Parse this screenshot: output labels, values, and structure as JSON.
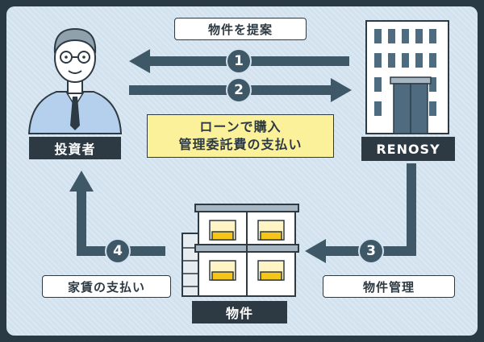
{
  "nodes": {
    "investor": "投資者",
    "company": "RENOSY",
    "property": "物件"
  },
  "steps": [
    {
      "num": "1",
      "label": "物件を提案"
    },
    {
      "num": "2",
      "label_line1": "ローンで購入",
      "label_line2": "管理委託費の支払い"
    },
    {
      "num": "3",
      "label": "物件管理"
    },
    {
      "num": "4",
      "label": "家賃の支払い"
    }
  ],
  "colors": {
    "background": "#d3e2ef",
    "arrow": "#3e5868",
    "label_dark": "#2e3a43",
    "highlight": "#fbf19b",
    "window_yellow": "#f5c518"
  },
  "icons": {
    "investor": "businessman-icon",
    "company": "office-building-icon",
    "property": "apartment-building-icon"
  }
}
